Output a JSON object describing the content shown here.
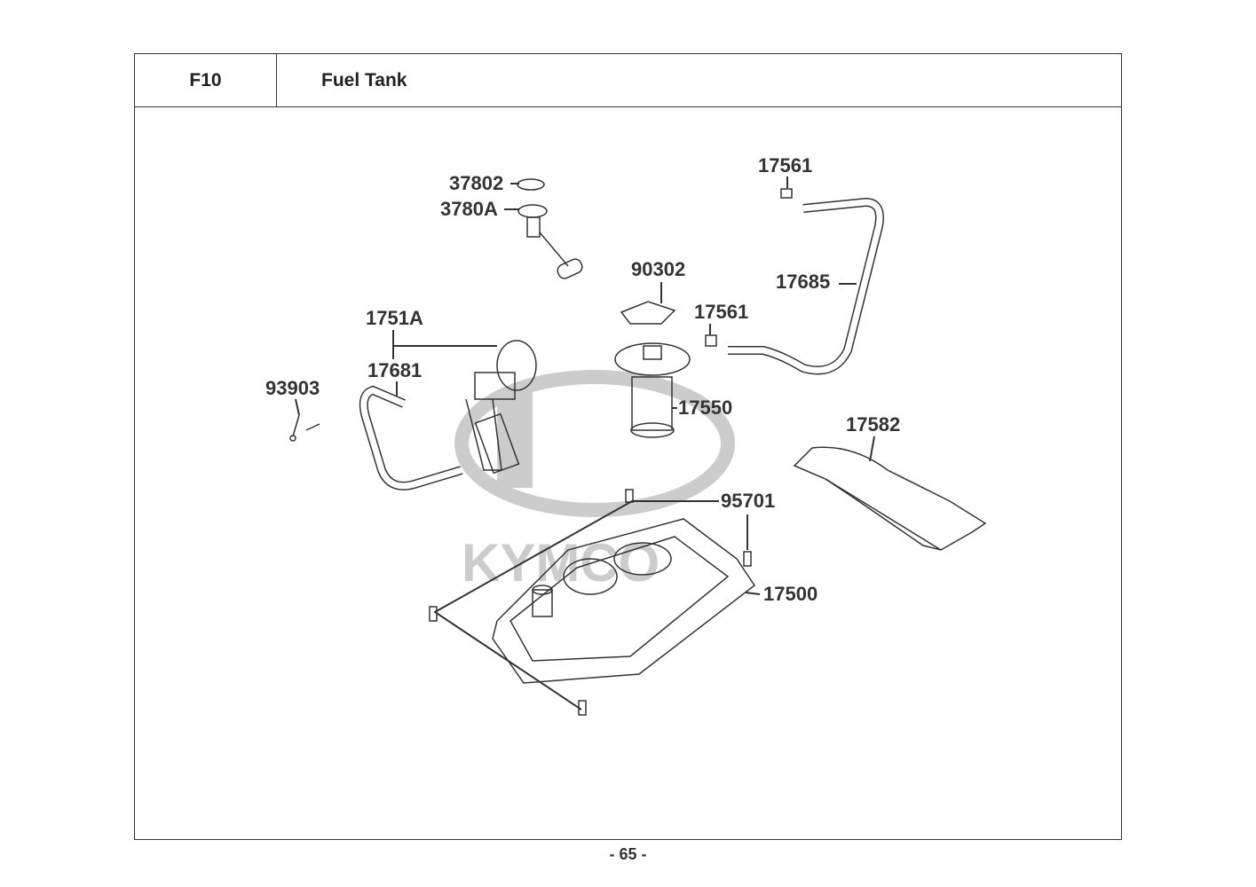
{
  "header": {
    "code": "F10",
    "title": "Fuel Tank"
  },
  "watermark": {
    "brand": "KYMCO",
    "color": "#cccccc"
  },
  "callouts": [
    {
      "part": "37802"
    },
    {
      "part": "3780A"
    },
    {
      "part": "17561"
    },
    {
      "part": "90302"
    },
    {
      "part": "17685"
    },
    {
      "part": "17561"
    },
    {
      "part": "1751A"
    },
    {
      "part": "17681"
    },
    {
      "part": "93903"
    },
    {
      "part": "17550"
    },
    {
      "part": "17582"
    },
    {
      "part": "95701"
    },
    {
      "part": "17500"
    }
  ],
  "footer": {
    "page": "- 65 -"
  }
}
